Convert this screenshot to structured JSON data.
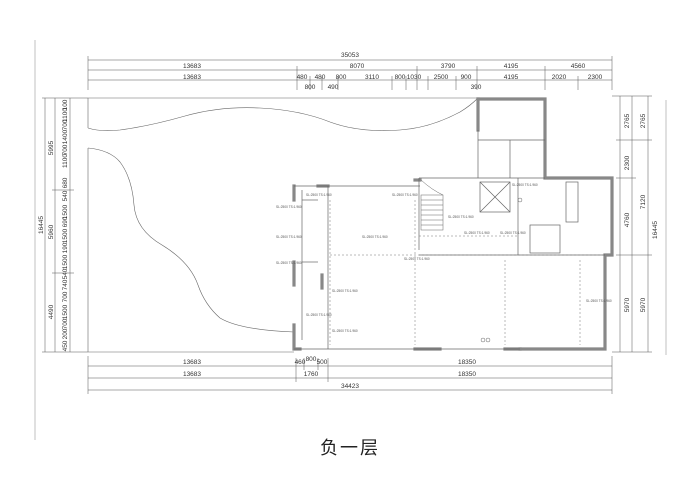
{
  "caption": "负一层",
  "dims": {
    "top1": "35053",
    "top2": [
      "13683",
      "8070",
      "3790",
      "4195",
      "4560"
    ],
    "top3": [
      "13683",
      "480",
      "480",
      "800",
      "3110",
      "800",
      "1030",
      "2500",
      "900",
      "4195",
      "2020",
      "2300"
    ],
    "top4": [
      "800",
      "490",
      "390"
    ],
    "bottom1": [
      "13683",
      "460",
      "800",
      "500",
      "18350"
    ],
    "bottom2": [
      "13683",
      "1760",
      "18350"
    ],
    "bottom3": "34423",
    "left_outer": "16445",
    "left_mid": [
      "5995",
      "5960",
      "4490"
    ],
    "left_inner": [
      "100",
      "1100",
      "700",
      "1400",
      "700",
      "1100",
      "680",
      "540",
      "1500",
      "690",
      "1500",
      "190",
      "1500",
      "540",
      "740",
      "700",
      "1500",
      "700",
      "200",
      "450"
    ],
    "right_outer1": [
      "2765",
      "16445"
    ],
    "right_outer2": [
      "2765",
      "7120",
      "5970"
    ],
    "right_inner": [
      "2300",
      "4760",
      "5970"
    ]
  },
  "room_labels": [
    "SL:2500 TS:1.960",
    "SL:2500 TS:1.960",
    "SL:2500 TS:1.960",
    "SL:2500 TS:1.960",
    "SL:2500 TS:1.960",
    "SL:2500 TS:1.960",
    "SL:2500 TS:1.960",
    "SL:2500 TS:1.960",
    "SL:2500 TS:1.960",
    "SL:2500 TS:1.960",
    "SL:2500 TS:1.960",
    "SL:2500 TS:1.960",
    "SL:2500 TS:1.960",
    "SL:2500 TS:1.960",
    "SL:2500 TS:1.960"
  ]
}
